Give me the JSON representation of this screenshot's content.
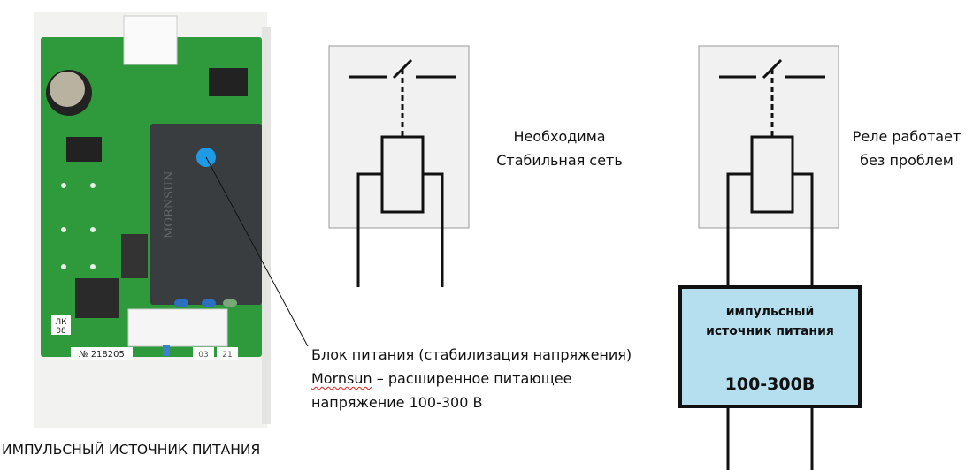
{
  "photo": {
    "label_lk": [
      "ЛК",
      "08"
    ],
    "serial": "№ 218205",
    "tags": [
      "03",
      "21"
    ],
    "module_brand": "MORNSUN"
  },
  "caption_bottom": "ИМПУЛЬСНЫЙ ИСТОЧНИК ПИТАНИЯ",
  "callout": {
    "line1": "Блок питания (стабилизация напряжения)",
    "brand": "Mornsun",
    "line2_rest": " – расширенное питающее",
    "line3": "напряжение 100-300 В"
  },
  "left_relay_note": [
    "Необходима",
    "Стабильная сеть"
  ],
  "right_relay_note": [
    "Реле работает",
    "без проблем"
  ],
  "psu_box": {
    "line1": "импульсный",
    "line2": "источник питания",
    "range": "100-300В"
  },
  "colors": {
    "board": "#2e9a3c",
    "module": "#3a3d40",
    "dot": "#1e9be6",
    "relay_bg": "#f1f1f1",
    "psu_fill": "#b5dfee"
  }
}
